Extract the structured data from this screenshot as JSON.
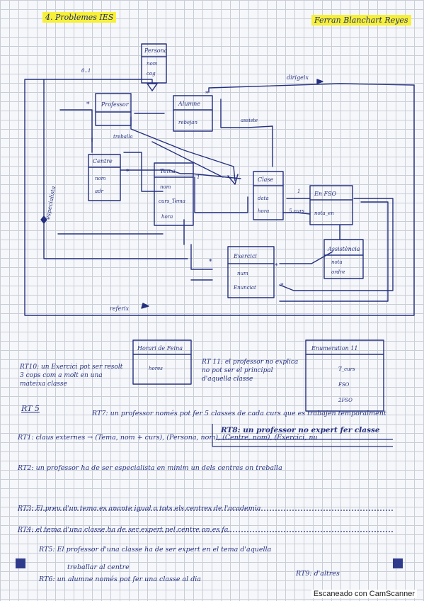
{
  "header": {
    "left_title": "4. Problemes IES",
    "right_title": "Ferran Blanchart Reyes"
  },
  "classes": {
    "persona": {
      "name": "Persona",
      "attrs": [
        "nom",
        "cog"
      ]
    },
    "professor": {
      "name": "Professor"
    },
    "alumne": {
      "name": "Alumne",
      "attrs": [
        "rebejan"
      ]
    },
    "centre": {
      "name": "Centre",
      "attrs": [
        "nom",
        "adr"
      ]
    },
    "tema": {
      "name": "Tema",
      "attrs": [
        "nom",
        "curs_Tema",
        "hora"
      ]
    },
    "classe": {
      "name": "Clase",
      "attrs": [
        "data",
        "hora"
      ]
    },
    "enum_fsg": {
      "name": "En FSO",
      "attrs": [
        "nota_en"
      ]
    },
    "exercici": {
      "name": "Exercici",
      "attrs": [
        "num",
        "Enunciat"
      ]
    },
    "assistencia": {
      "name": "Assistència",
      "attrs": [
        "nota",
        "ordre"
      ]
    },
    "horari": {
      "name": "Horari de Feina",
      "attrs": [
        "hores"
      ]
    },
    "enumeracio": {
      "name": "Enumeration 11",
      "attrs": [
        "T_curs",
        "FSO",
        "2FSO"
      ]
    }
  },
  "associations": {
    "treballa": "treballa",
    "assiste": "assiste",
    "especialista": "especialista",
    "dirigeix": "dirigeix",
    "refereix": "referix",
    "escurs": "5 curs",
    "mult_01": "0..1",
    "mult_star": "*",
    "mult_1": "1",
    "mult_11": "1"
  },
  "rules": {
    "rt10": "RT10: un Exercici pot ser resolt 3 cops com a molt en una mateixa classe",
    "rt11": "RT 11: el professor no explica no pot ser el principal d'aquella classe",
    "rt5": "RT 5",
    "rt7": "RT7: un professor només pot fer 5 classes de cada curs que es trabajen temporalment",
    "rt8": "RT8: un professor no expert fer classe",
    "rt1": "RT1: claus externes → (Tema, nom + curs), (Persona, nom), (Centre, nom), (Exercici, nu",
    "rt2": "RT2: un professor ha de ser especialista en minim un dels centres on treballa",
    "rt3": "RT3: El preu d'un tema es anante igual a tots els centres de l'academia",
    "rt4": "RT4: el tema d'una classe ha de ser expert pel centre on es fa.",
    "rt5b": "RT5: El professor d'una classe ha de ser expert en el tema d'aquella",
    "rt5c": "treballar al centre",
    "rt6": "RT6: un alumne només pot fer una classe al dia",
    "rt9": "RT9: d'altres"
  },
  "footer": {
    "brand": "Escaneado con CamScanner"
  },
  "colors": {
    "ink": "#243080",
    "highlight": "#f6f03a",
    "grid": "#c9cdd6"
  }
}
